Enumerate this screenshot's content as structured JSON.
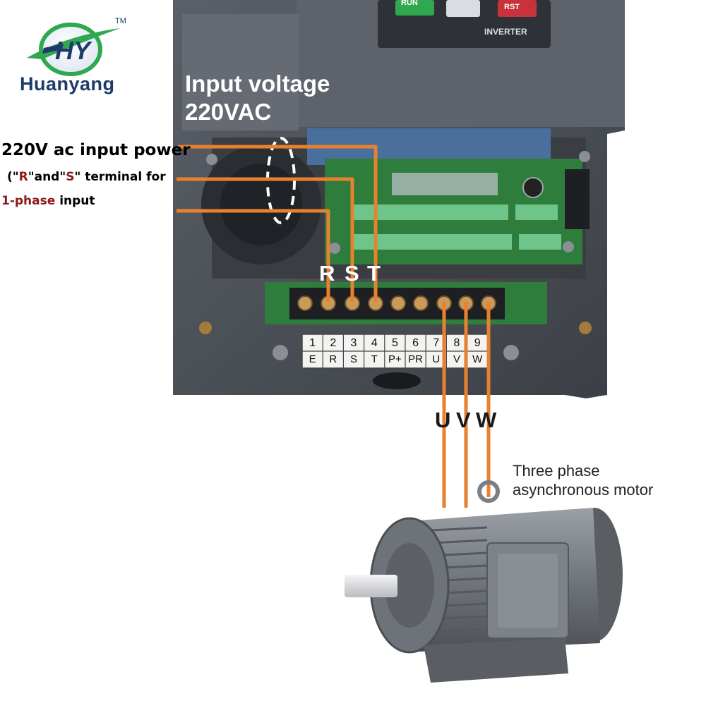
{
  "brand": {
    "name": "Huanyang",
    "logo_letters": "HY",
    "trademark": "TM",
    "colors": {
      "primary": "#1d3a6b",
      "accent": "#2fa84f"
    }
  },
  "inverter": {
    "panel_label": "INVERTER",
    "run_button": "RUN",
    "rst_button": "RST",
    "input_voltage_line1": "Input voltage",
    "input_voltage_line2": "220VAC"
  },
  "input_note": {
    "line1": "220V ac input power",
    "line2_prefix": "(\"",
    "line2_r": "R",
    "line2_and": "\"and\"",
    "line2_s": "S",
    "line2_suffix": "\" terminal for",
    "line3_red": "1-phase",
    "line3_rest": " input"
  },
  "terminals": {
    "input_labels": [
      "R",
      "S",
      "T"
    ],
    "output_labels": [
      "U",
      "V",
      "W"
    ],
    "block_numbers": [
      "1",
      "2",
      "3",
      "4",
      "5",
      "6",
      "7",
      "8",
      "9"
    ],
    "block_names": [
      "E",
      "R",
      "S",
      "T",
      "P+",
      "PR",
      "U",
      "V",
      "W"
    ]
  },
  "motor": {
    "line1": "Three phase",
    "line2": "asynchronous motor"
  },
  "colors": {
    "wire": "#e8812f",
    "housing": "#4a4f57",
    "housing_dark": "#34383e",
    "motor_body": "#7a7f85",
    "pcb": "#2f7d3c",
    "terminal_green": "#6fc48a"
  }
}
